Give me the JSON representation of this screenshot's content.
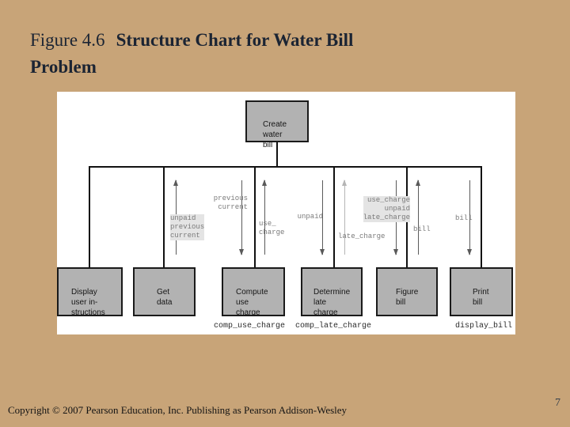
{
  "slide": {
    "title": {
      "prefix": "Figure 4.6",
      "main": "Structure Chart for Water Bill",
      "line2": "Problem"
    },
    "footer": "Copyright © 2007 Pearson Education, Inc. Publishing as Pearson Addison-Wesley",
    "page_number": "7",
    "colors": {
      "background": "#c8a478",
      "title_text": "#1b2433",
      "panel": "#ffffff",
      "module_fill": "#b2b2b2",
      "connector": "#111111",
      "arrow_dark": "#5a5a5a",
      "arrow_light": "#b5b5b5"
    }
  },
  "diagram": {
    "root_box": {
      "label": "Create\nwater\nbill"
    },
    "modules": [
      {
        "label": "Display\nuser in-\nstructions"
      },
      {
        "label": "Get\ndata"
      },
      {
        "label": "Compute\nuse\ncharge"
      },
      {
        "label": "Determine\nlate\ncharge"
      },
      {
        "label": "Figure\nbill"
      },
      {
        "label": "Print\nbill"
      }
    ],
    "arrow_labels": {
      "unpaid_previous_current_up": "unpaid\nprevious\ncurrent",
      "previous_current_down": "previous\ncurrent",
      "use_charge_up": "use_\ncharge",
      "unpaid_down": "unpaid",
      "use_unpaid_late_down": "use_charge\nunpaid\nlate_charge",
      "late_charge_up": "late_charge",
      "bill_up": "bill",
      "bill_down": "bill"
    },
    "sub_labels": {
      "compute_use_charge": "comp_use_charge",
      "compute_late_charge": "comp_late_charge",
      "display_bill": "display_bill"
    }
  }
}
